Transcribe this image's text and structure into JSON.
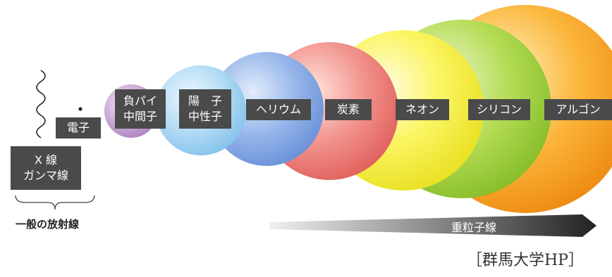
{
  "labels": {
    "xray": [
      "X 線",
      "ガンマ線"
    ],
    "electron": "電子",
    "antiproton": [
      "負パイ",
      "中間子"
    ],
    "proton": [
      "陽　子",
      "中性子"
    ],
    "helium": "ヘリウム",
    "carbon": "炭素",
    "neon": "ネオン",
    "silicon": "シリコン",
    "argon": "アルゴン"
  },
  "general_radiation": "一般の放射線",
  "heavy_particle": "重粒子線",
  "credit": "［群馬大学HP］",
  "colors": {
    "label_bg": "#4a4a4a",
    "antiproton_sphere": "#c9a3d6",
    "proton_sphere": "#a9d6f2",
    "helium_sphere": "#8ab0e8",
    "carbon_sphere": "#f08a86",
    "neon_sphere": "#f5f03a",
    "silicon_sphere": "#a8d64a",
    "argon_sphere": "#f7a82c"
  }
}
